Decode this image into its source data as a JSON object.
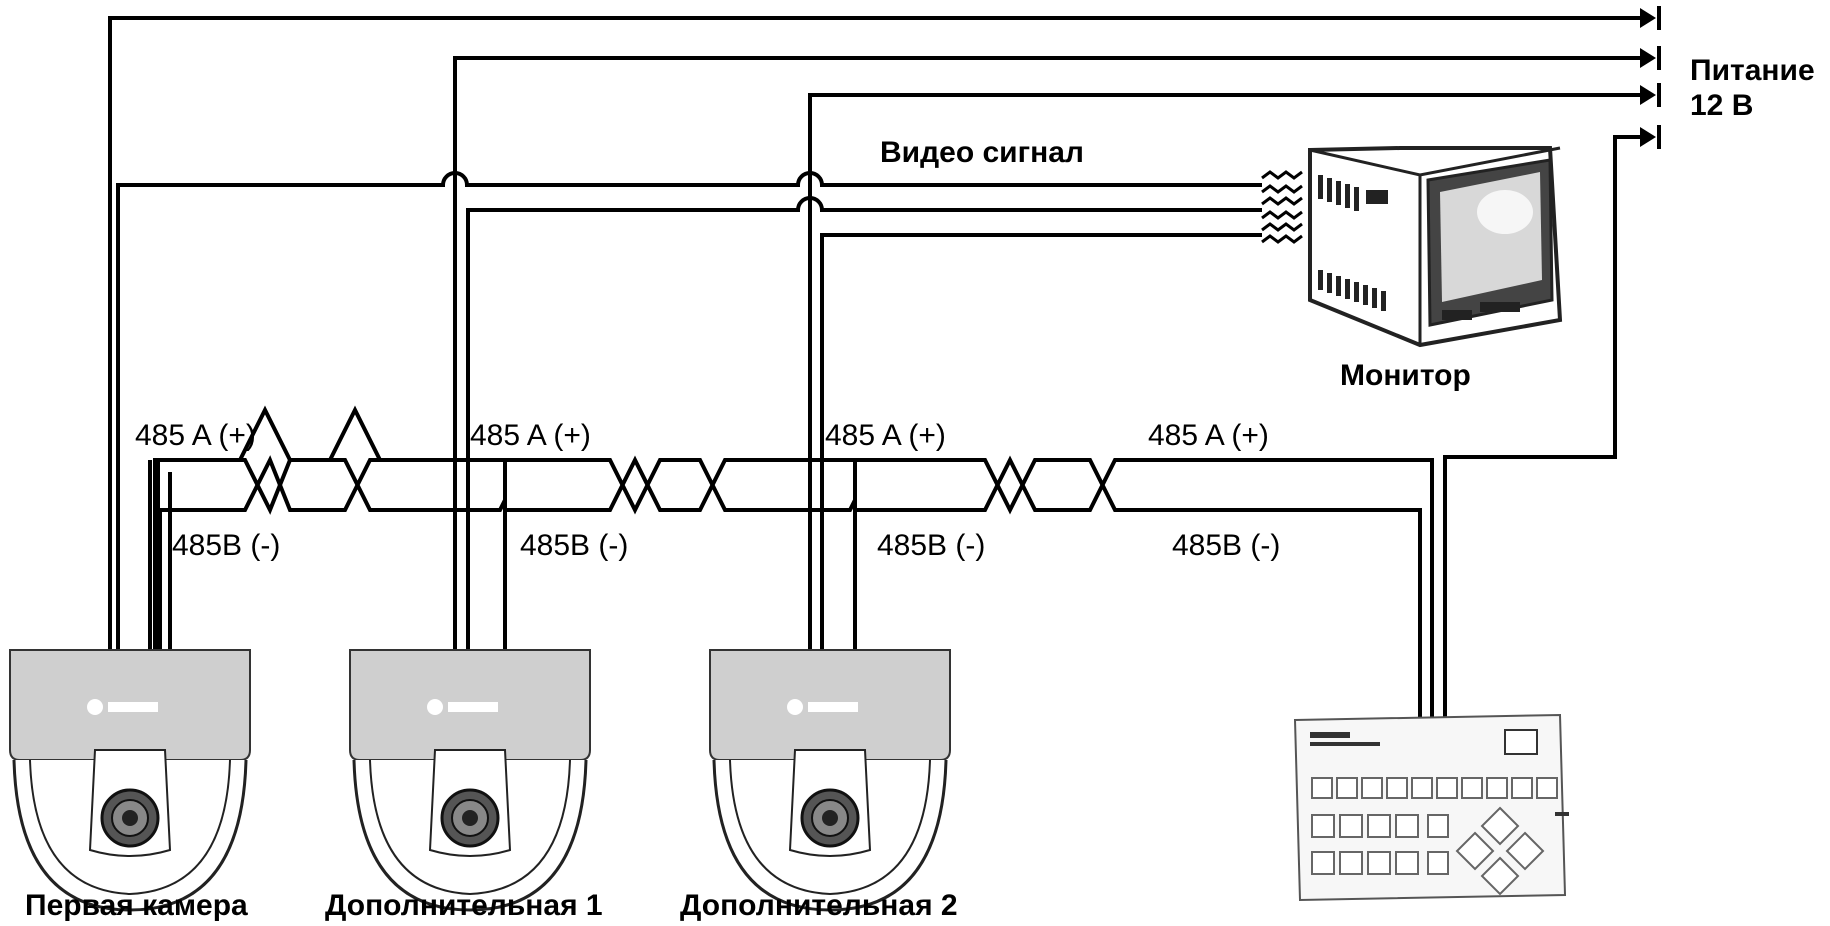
{
  "labels": {
    "power": "Питание",
    "power_voltage": "12 В",
    "video_signal": "Видео сигнал",
    "monitor": "Монитор",
    "a_plus": "485 A (+)",
    "b_minus": "485B (-)"
  },
  "devices": {
    "camera1": "Первая камера",
    "camera2": "Дополнительная 1",
    "camera3": "Дополнительная 2"
  }
}
